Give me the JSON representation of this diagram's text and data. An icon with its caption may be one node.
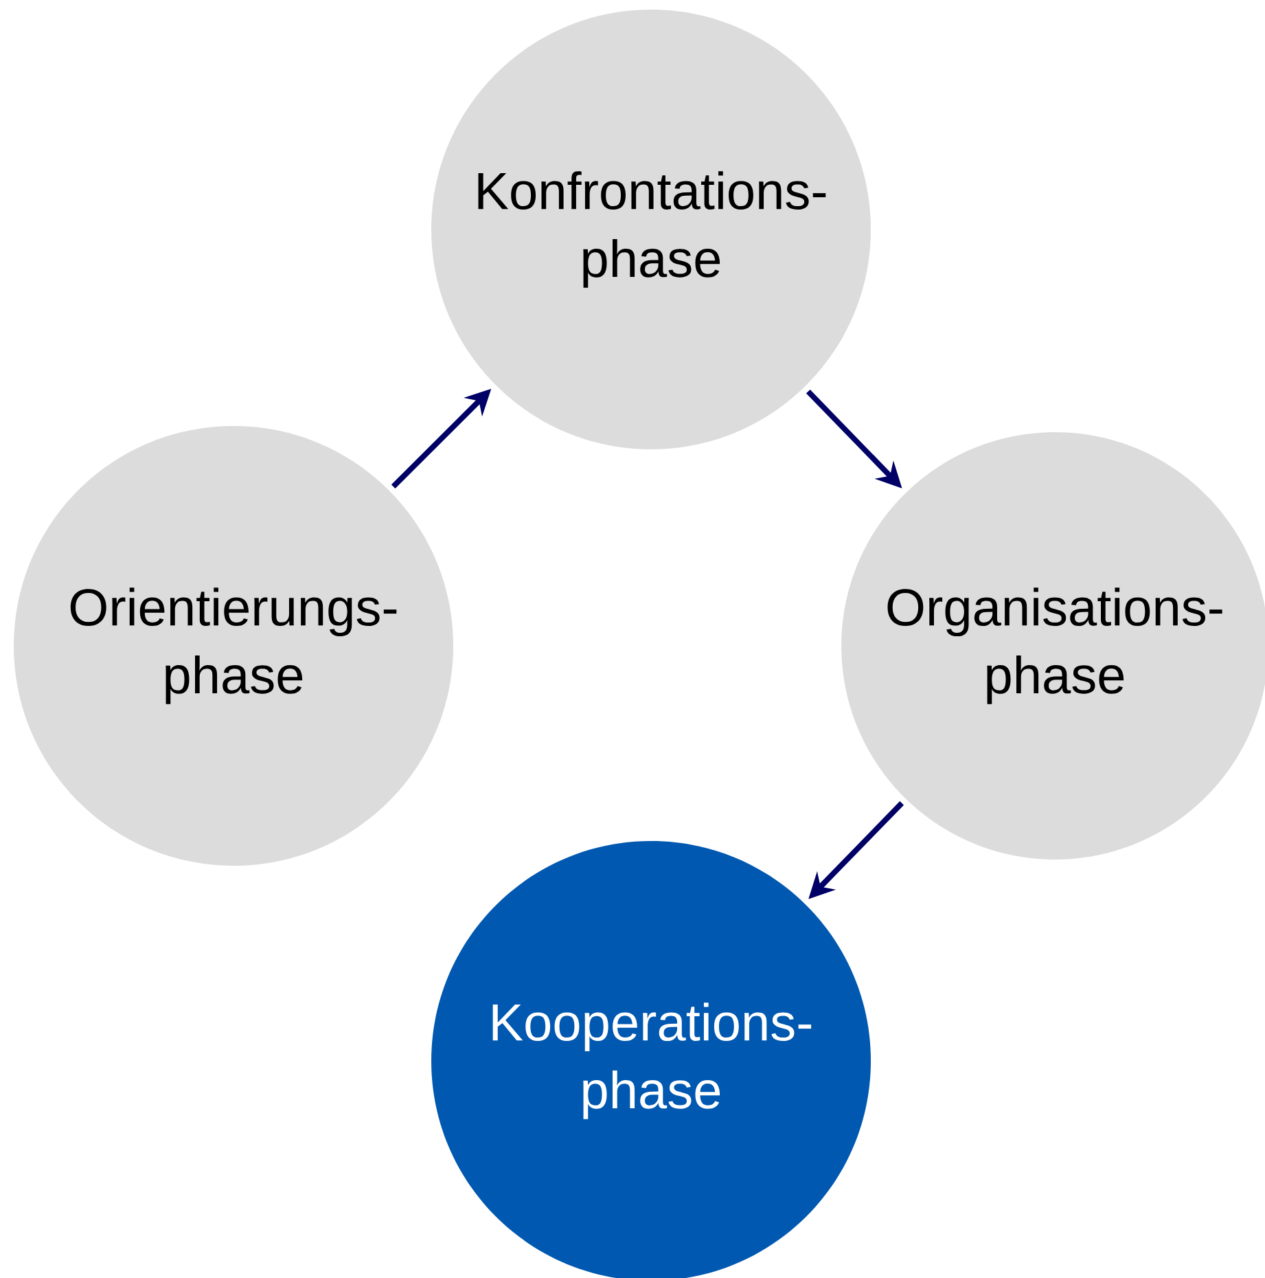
{
  "diagram": {
    "nodes": [
      {
        "text": [
          "Konfrontations- phase"
        ]
      },
      {
        "text": [
          "Orientierungs- phase"
        ]
      },
      {
        "text": [
          "Organisations- phase"
        ]
      },
      {
        "text": [
          "Kooperations- phase"
        ]
      }
    ],
    "edges": [
      {
        "from": 1,
        "to": 0,
        "arrow": "to"
      },
      {
        "from": 0,
        "to": 2,
        "arrow": "to"
      },
      {
        "from": 2,
        "to": 3,
        "arrow": "to"
      }
    ]
  }
}
